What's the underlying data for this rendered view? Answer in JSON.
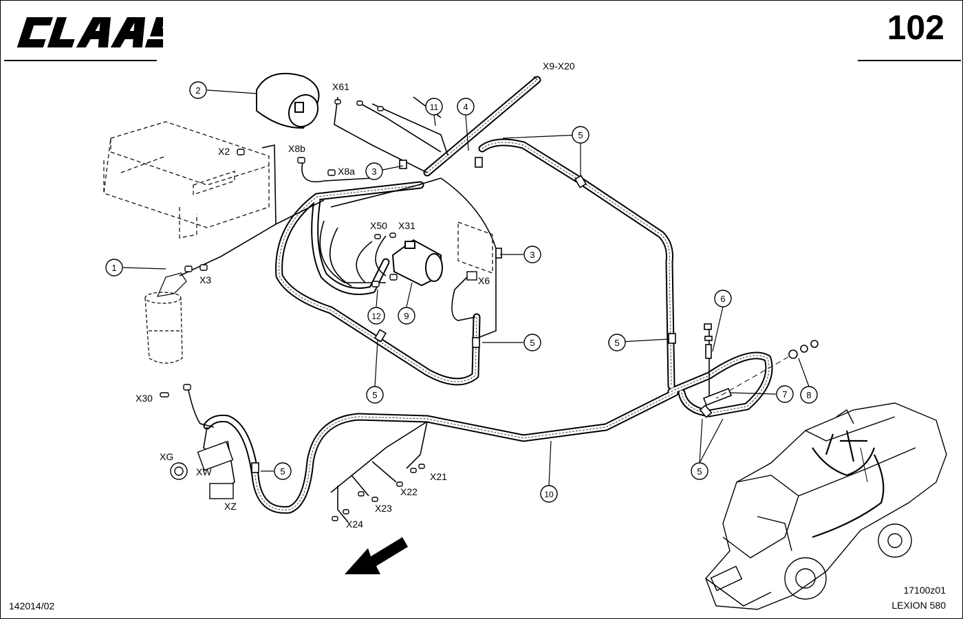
{
  "header": {
    "brand": "CLAAS",
    "page_number": "102"
  },
  "callouts": [
    {
      "id": "c1",
      "label": "1"
    },
    {
      "id": "c2",
      "label": "2"
    },
    {
      "id": "c3a",
      "label": "3"
    },
    {
      "id": "c3b",
      "label": "3"
    },
    {
      "id": "c4",
      "label": "4"
    },
    {
      "id": "c5a",
      "label": "5"
    },
    {
      "id": "c5b",
      "label": "5"
    },
    {
      "id": "c5c",
      "label": "5"
    },
    {
      "id": "c5d",
      "label": "5"
    },
    {
      "id": "c5e",
      "label": "5"
    },
    {
      "id": "c5f",
      "label": "5"
    },
    {
      "id": "c6",
      "label": "6"
    },
    {
      "id": "c7",
      "label": "7"
    },
    {
      "id": "c8",
      "label": "8"
    },
    {
      "id": "c9",
      "label": "9"
    },
    {
      "id": "c10",
      "label": "10"
    },
    {
      "id": "c11",
      "label": "11"
    },
    {
      "id": "c12",
      "label": "12"
    }
  ],
  "connectors": [
    {
      "id": "x9x20",
      "label": "X9-X20"
    },
    {
      "id": "x61",
      "label": "X61"
    },
    {
      "id": "x2",
      "label": "X2"
    },
    {
      "id": "x8b",
      "label": "X8b"
    },
    {
      "id": "x8a",
      "label": "X8a"
    },
    {
      "id": "x50",
      "label": "X50"
    },
    {
      "id": "x31",
      "label": "X31"
    },
    {
      "id": "x3",
      "label": "X3"
    },
    {
      "id": "x6",
      "label": "X6"
    },
    {
      "id": "x30",
      "label": "X30"
    },
    {
      "id": "xg",
      "label": "XG"
    },
    {
      "id": "xw",
      "label": "XW"
    },
    {
      "id": "xz",
      "label": "XZ"
    },
    {
      "id": "x21",
      "label": "X21"
    },
    {
      "id": "x22",
      "label": "X22"
    },
    {
      "id": "x23",
      "label": "X23"
    },
    {
      "id": "x24",
      "label": "X24"
    }
  ],
  "footer": {
    "doc_ref": "142014/02",
    "drawing_no": "17100z01",
    "model": "LEXION 580"
  }
}
